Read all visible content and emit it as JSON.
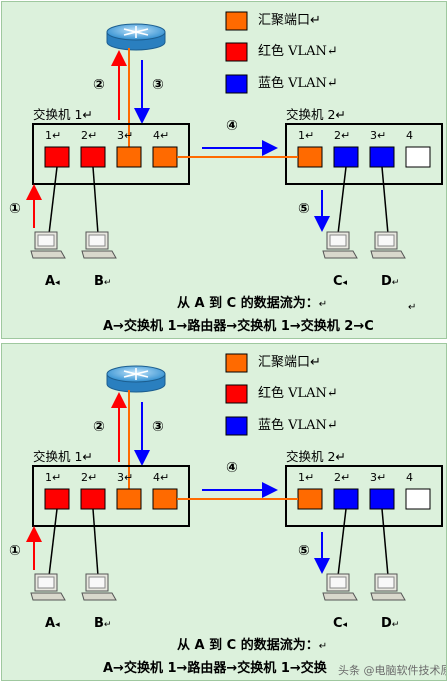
{
  "panels": [
    {
      "legend": [
        {
          "label": "汇聚端口",
          "mark": "↵",
          "color": "#ff6a00"
        },
        {
          "label": "红色 VLAN",
          "mark": "↵",
          "color": "#ff0000"
        },
        {
          "label": "蓝色 VLAN",
          "mark": "↵",
          "color": "#0000ff"
        }
      ],
      "switch1": {
        "title": "交换机 1",
        "mark": "↵",
        "ports": [
          "1",
          "2",
          "3",
          "4"
        ],
        "port_mark": "↵"
      },
      "switch2": {
        "title": "交换机 2",
        "mark": "↵",
        "ports": [
          "1",
          "2",
          "3",
          "4"
        ],
        "port_mark": "↵"
      },
      "steps": [
        "②",
        "③",
        "④",
        "①",
        "⑤"
      ],
      "pcs": [
        {
          "label": "A",
          "mark": "◂"
        },
        {
          "label": "B",
          "mark": "↵"
        },
        {
          "label": "C",
          "mark": "◂"
        },
        {
          "label": "D",
          "mark": "↵"
        }
      ],
      "flow_title": "从 A 到 C 的数据流为：",
      "flow_title_mark": "↵",
      "flow_extra_mark": "↵",
      "flow_path": "A→交换机 1→路由器→交换机 1→交换机 2→C"
    },
    {
      "legend": [
        {
          "label": "汇聚端口",
          "mark": "↵",
          "color": "#ff6a00"
        },
        {
          "label": "红色 VLAN",
          "mark": "↵",
          "color": "#ff0000"
        },
        {
          "label": "蓝色 VLAN",
          "mark": "↵",
          "color": "#0000ff"
        }
      ],
      "switch1": {
        "title": "交换机 1",
        "mark": "↵",
        "ports": [
          "1",
          "2",
          "3",
          "4"
        ],
        "port_mark": "↵"
      },
      "switch2": {
        "title": "交换机 2",
        "mark": "↵",
        "ports": [
          "1",
          "2",
          "3",
          "4"
        ],
        "port_mark": "↵"
      },
      "steps": [
        "②",
        "③",
        "④",
        "①",
        "⑤"
      ],
      "pcs": [
        {
          "label": "A",
          "mark": "◂"
        },
        {
          "label": "B",
          "mark": "↵"
        },
        {
          "label": "C",
          "mark": "◂"
        },
        {
          "label": "D",
          "mark": "↵"
        }
      ],
      "flow_title": "从 A 到 C 的数据流为：",
      "flow_title_mark": "↵",
      "flow_extra_mark": "",
      "flow_path": "A→交换机 1→路由器→交换机 1→交换",
      "watermark": "头条 @电脑软件技术原理"
    }
  ],
  "colors": {
    "trunk": "#ff6a00",
    "red_vlan": "#ff0000",
    "blue_vlan": "#0000ff",
    "empty_port": "#ffffff",
    "panel_bg": "#dcf1dc",
    "router": "#4aa3df"
  },
  "icons": [
    "router-icon",
    "computer-icon"
  ]
}
